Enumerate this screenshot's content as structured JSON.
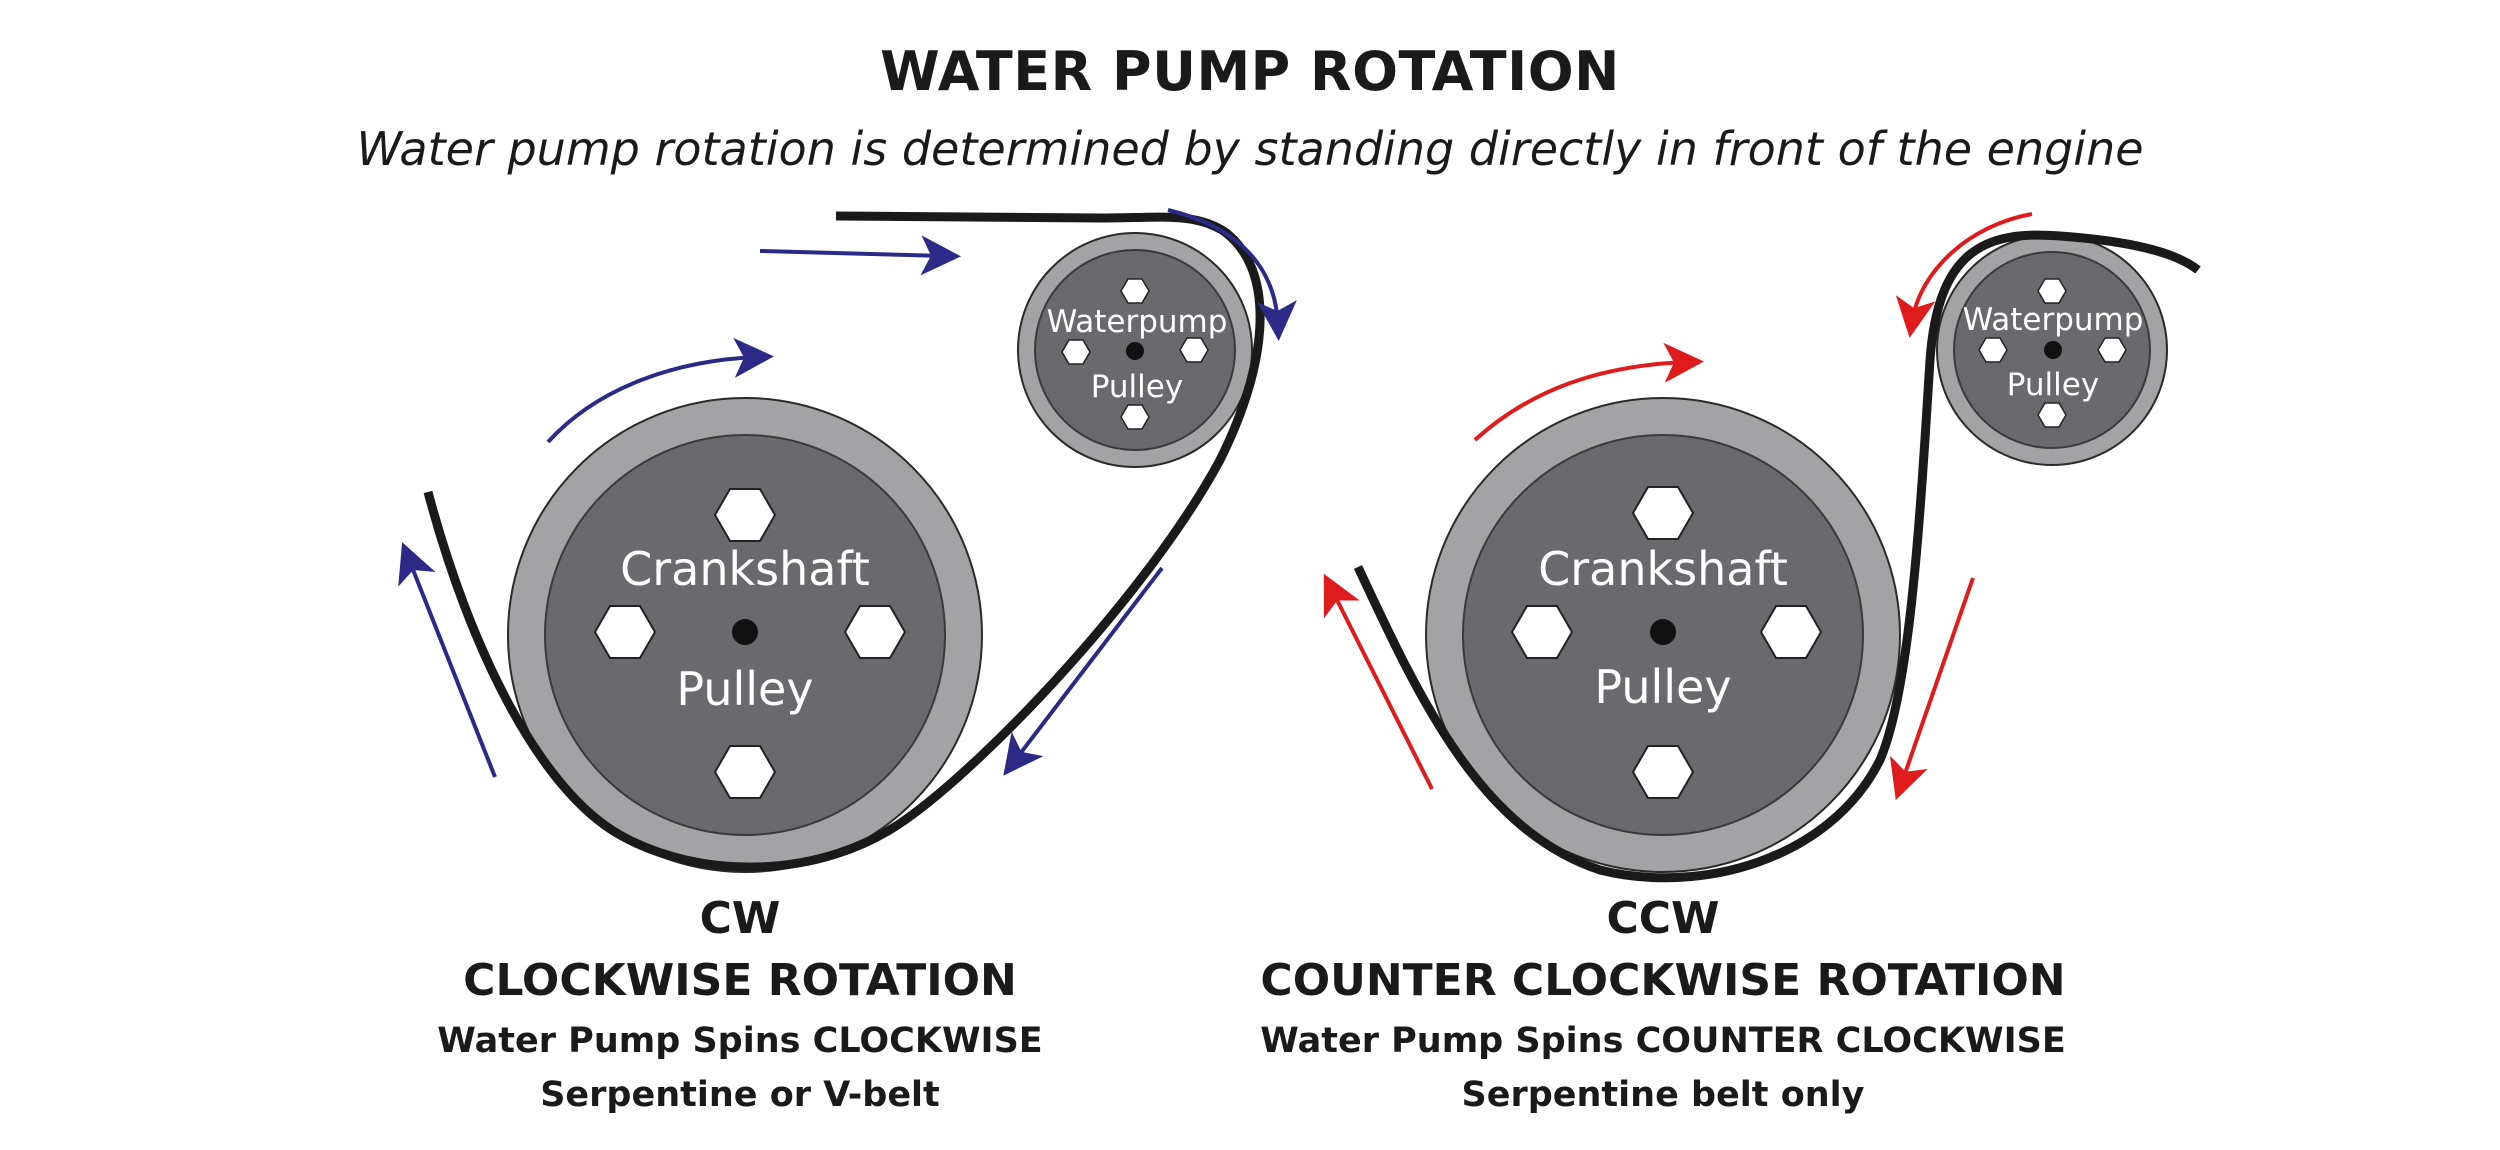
{
  "title": "WATER PUMP ROTATION",
  "subtitle": "Water pump rotation is determined by standing directly in front of the engine",
  "colors": {
    "cw_arrow": "#2b2a86",
    "ccw_arrow": "#e01b1b",
    "belt": "#1a1a1a",
    "pulley_rim": "#a3a3a6",
    "pulley_face": "#6a6a6e",
    "bolt": "#ffffff"
  },
  "diagrams": [
    {
      "id": "cw",
      "crank_label_top": "Crankshaft",
      "crank_label_bottom": "Pulley",
      "pump_label_top": "Waterpump",
      "pump_label_bottom": "Pulley",
      "abbr": "CW",
      "name": "CLOCKWISE ROTATION",
      "line1": "Water Pump Spins CLOCKWISE",
      "line2": "Serpentine or V-belt"
    },
    {
      "id": "ccw",
      "crank_label_top": "Crankshaft",
      "crank_label_bottom": "Pulley",
      "pump_label_top": "Waterpump",
      "pump_label_bottom": "Pulley",
      "abbr": "CCW",
      "name": "COUNTER CLOCKWISE ROTATION",
      "line1": "Water Pump Spins COUNTER CLOCKWISE",
      "line2": "Serpentine belt only"
    }
  ]
}
